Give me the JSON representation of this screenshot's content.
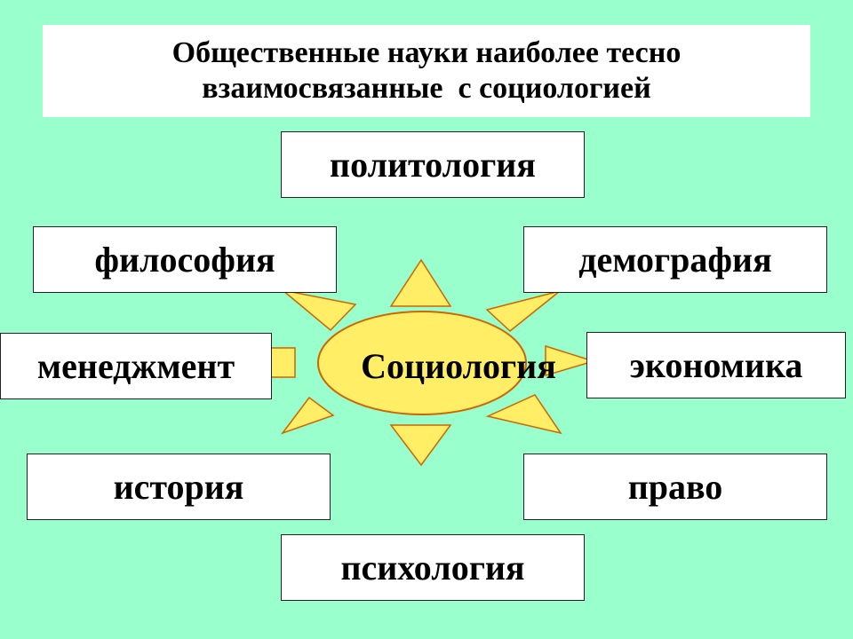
{
  "title": {
    "line1": "Общественные науки наиболее тесно",
    "line2": "взаимосвязанные  с социологией"
  },
  "center": {
    "label": "Социология",
    "fill": "#ffee66",
    "stroke": "#cc6600"
  },
  "rays": {
    "fill": "#ffee66",
    "stroke": "#cc6600"
  },
  "boxes": {
    "politology": "политология",
    "philosophy": "философия",
    "demography": "демография",
    "management": "менеджмент",
    "economics": "экономика",
    "history": "история",
    "law": "право",
    "psychology": "психология"
  }
}
